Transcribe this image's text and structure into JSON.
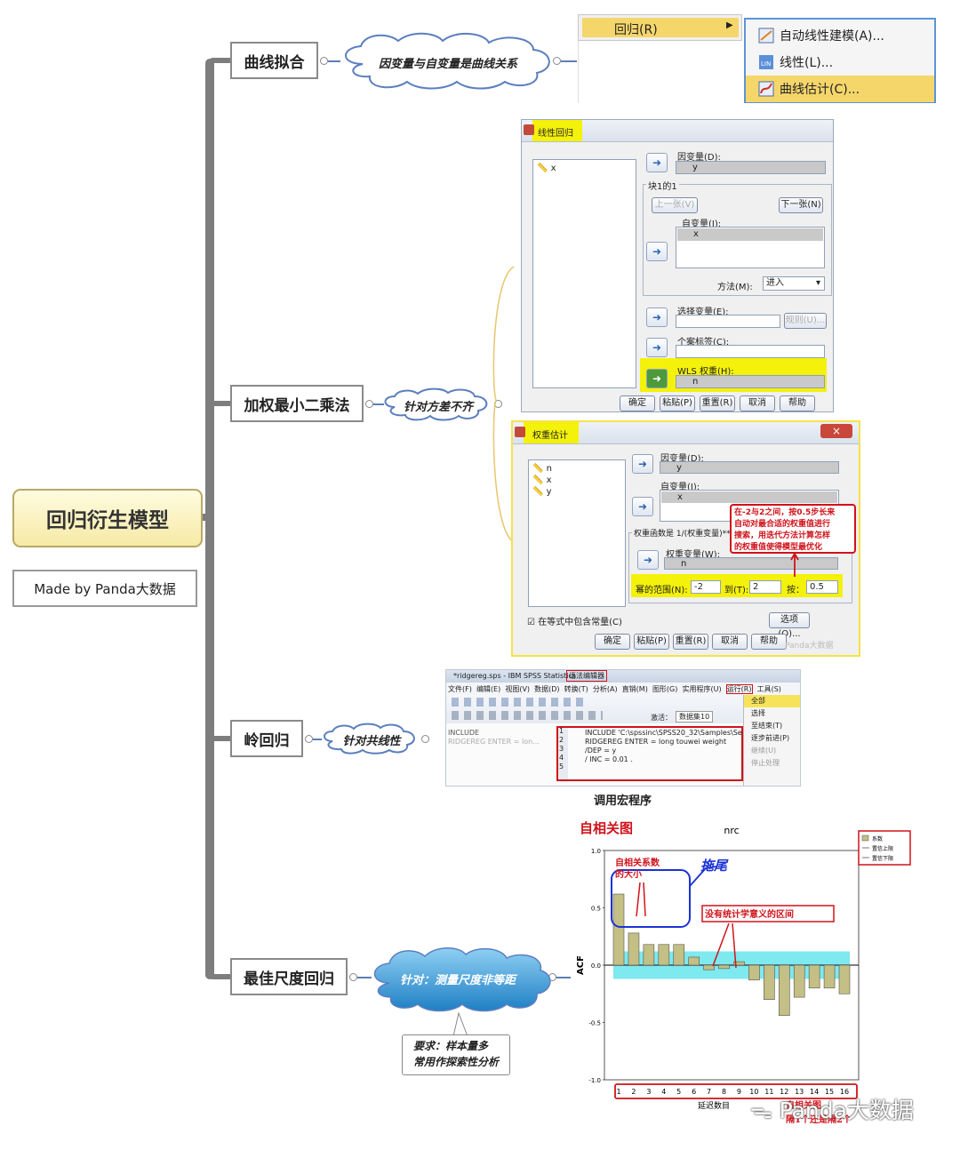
{
  "root": {
    "title": "回归衍生模型",
    "signature": "Made by Panda大数据"
  },
  "branches": [
    {
      "label": "曲线拟合",
      "note": "因变量与自变量是曲线关系"
    },
    {
      "label": "加权最小二乘法",
      "note": "针对方差不齐"
    },
    {
      "label": "岭回归",
      "note": "针对共线性"
    },
    {
      "label": "最佳尺度回归",
      "note": "针对：测量尺度非等距",
      "subnote": [
        "要求：样本量多",
        "常用作探索性分析"
      ]
    }
  ],
  "menu": {
    "parent": "回归(R)",
    "arrow": "▶",
    "items": [
      {
        "label": "自动线性建模(A)...",
        "icon": "auto-linear-icon"
      },
      {
        "label": "线性(L)...",
        "icon": "linear-icon"
      },
      {
        "label": "曲线估计(C)...",
        "icon": "curve-estimate-icon"
      }
    ]
  },
  "linear_dialog": {
    "title": "线性回归",
    "source_vars": [
      "x"
    ],
    "dep_label": "因变量(D):",
    "dep_value": "y",
    "block_label": "块1的1",
    "prev_btn": "上一张(V)",
    "next_btn": "下一张(N)",
    "indep_label": "自变量(I):",
    "indep_value": "x",
    "method_label": "方法(M):",
    "method_value": "进入",
    "select_label": "选择变量(E):",
    "rule_btn": "规则(U)...",
    "case_label": "个案标签(C):",
    "wls_label": "WLS 权重(H):",
    "wls_value": "n",
    "buttons": [
      "确定",
      "粘贴(P)",
      "重置(R)",
      "取消",
      "帮助"
    ]
  },
  "weight_dialog": {
    "title": "权重估计",
    "close": "×",
    "source_vars": [
      "n",
      "x",
      "y"
    ],
    "dep_label": "因变量(D):",
    "dep_value": "y",
    "indep_label": "自变量(I):",
    "indep_value": "x",
    "power_label": "权重函数是 1/(权重变量)** 幂",
    "weight_label": "权重变量(W):",
    "weight_value": "n",
    "range_label": "幂的范围(N):",
    "range_from": "-2",
    "to_label": "到(T):",
    "range_to": "2",
    "step_label": "按：",
    "step_value": "0.5",
    "const_label": "在等式中包含常量(C)",
    "options_btn": "选项(O)...",
    "annotation": [
      "在-2与2之间，按0.5步长来",
      "自动对最合适的权重值进行",
      "搜索，用迭代方法计算怎样",
      "的权重值使得模型最优化"
    ],
    "buttons": [
      "确定",
      "粘贴(P)",
      "重置(R)",
      "取消",
      "帮助"
    ],
    "watermark": "Panda大数据"
  },
  "syntax": {
    "title": "*ridgereg.sps - IBM SPSS Statistics",
    "title_hl": "语法编辑器",
    "menus": [
      "文件(F)",
      "编辑(E)",
      "视图(V)",
      "数据(D)",
      "转换(T)",
      "分析(A)",
      "直销(M)",
      "图形(G)",
      "实用程序(U)",
      "运行(R)",
      "工具(S)"
    ],
    "active_label": "激活：",
    "dataset": "数据集10",
    "left_lines": [
      "INCLUDE",
      "RIDGEREG ENTER = lon..."
    ],
    "line_nums": [
      "1",
      "2",
      "3",
      "4",
      "5"
    ],
    "code": [
      "INCLUDE 'C:\\spssinc\\SPSS20_32\\Samples\\Se",
      "RIDGEREG ENTER = long touwei weight",
      "  /DEP = y",
      "  / INC = 0.01 ."
    ],
    "run_menu": [
      "全部",
      "选择",
      "至结束(T)",
      "逐步前进(P)",
      "继续(U)",
      "停止处理"
    ],
    "caption": "调用宏程序"
  },
  "chart_data": {
    "type": "bar",
    "title": "nrc",
    "overlay_title": "自相关图",
    "ylabel": "ACF",
    "xlabel": "延迟数目",
    "ylim": [
      -1.0,
      1.0
    ],
    "yticks": [
      "1.0",
      "0.5",
      "0.0",
      "-0.5",
      "-1.0"
    ],
    "categories": [
      "1",
      "2",
      "3",
      "4",
      "5",
      "6",
      "7",
      "8",
      "9",
      "10",
      "11",
      "12",
      "13",
      "14",
      "15",
      "16"
    ],
    "values": [
      0.62,
      0.28,
      0.18,
      0.18,
      0.18,
      0.07,
      -0.04,
      -0.03,
      0.03,
      -0.13,
      -0.3,
      -0.44,
      -0.28,
      -0.2,
      -0.2,
      -0.25
    ],
    "confidence_upper": 0.12,
    "confidence_lower": -0.12,
    "legend": [
      "系数",
      "置信上限",
      "置信下限"
    ],
    "annotations": [
      "自相关系数",
      "的大小",
      "拖尾",
      "没有统计学意义的区间",
      "自相关图",
      "隔1个还是隔2个"
    ],
    "bar_color": "#c4bf84",
    "band_color": "#5ee3ea"
  },
  "watermark": "Panda大数据",
  "colors": {
    "branch": "#7d7d7d",
    "cloud_border": "#5b7fbf",
    "highlight": "#f4f10a",
    "red": "#d0121a",
    "menu_hl": "#f5d66b"
  }
}
